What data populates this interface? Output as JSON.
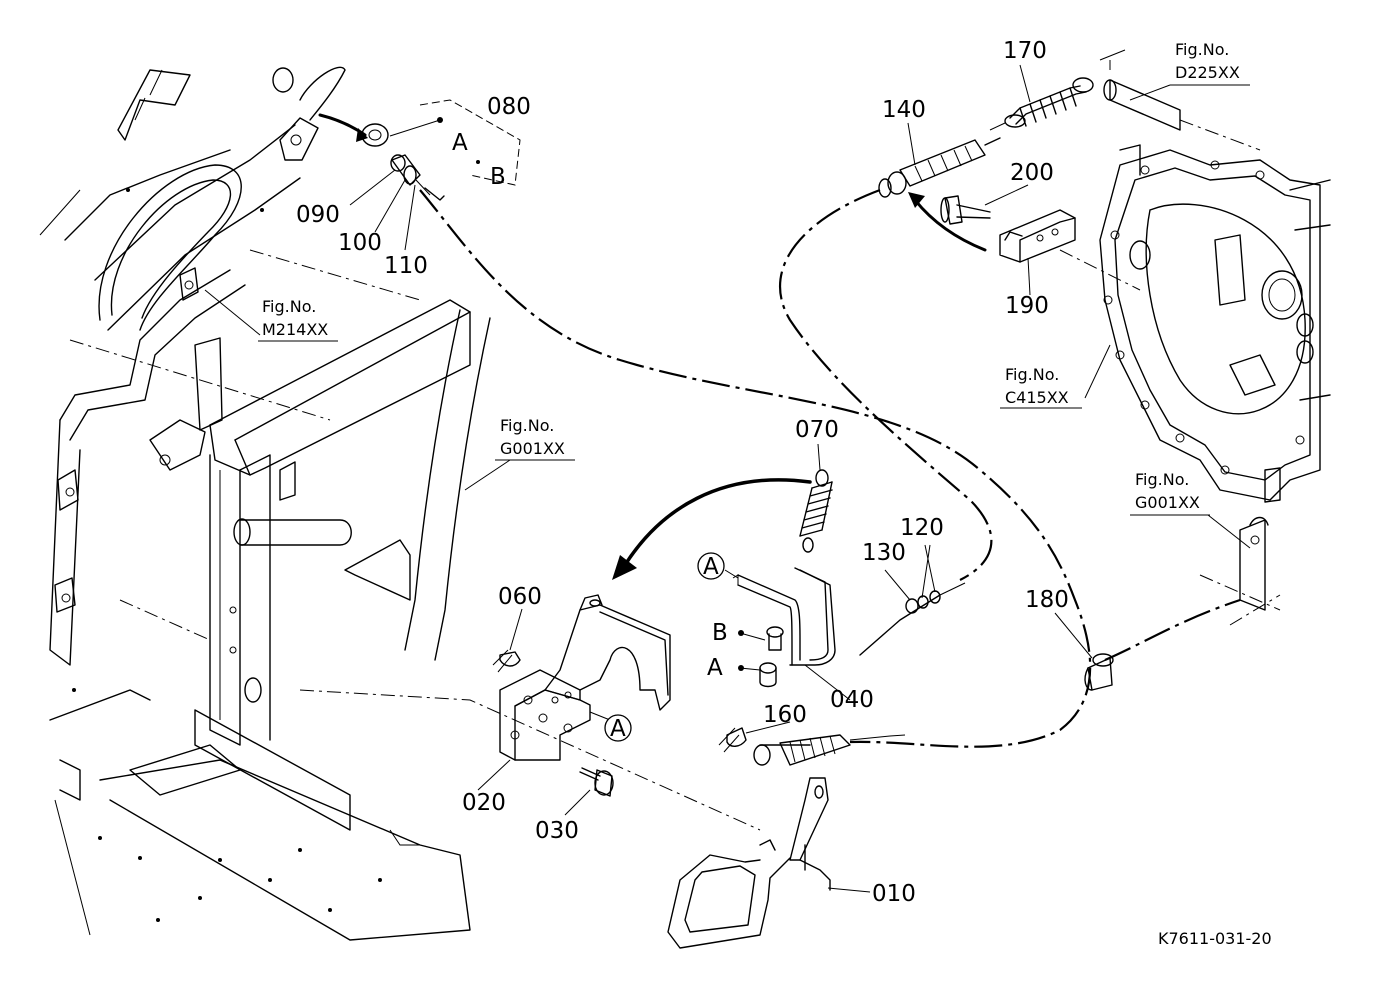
{
  "parts": [
    {
      "id": "p010",
      "label": "010"
    },
    {
      "id": "p020",
      "label": "020"
    },
    {
      "id": "p030",
      "label": "030"
    },
    {
      "id": "p040",
      "label": "040"
    },
    {
      "id": "p060",
      "label": "060"
    },
    {
      "id": "p070",
      "label": "070"
    },
    {
      "id": "p080",
      "label": "080"
    },
    {
      "id": "p090",
      "label": "090"
    },
    {
      "id": "p100",
      "label": "100"
    },
    {
      "id": "p110",
      "label": "110"
    },
    {
      "id": "p120",
      "label": "120"
    },
    {
      "id": "p130",
      "label": "130"
    },
    {
      "id": "p140",
      "label": "140"
    },
    {
      "id": "p160",
      "label": "160"
    },
    {
      "id": "p170",
      "label": "170"
    },
    {
      "id": "p180",
      "label": "180"
    },
    {
      "id": "p190",
      "label": "190"
    },
    {
      "id": "p200",
      "label": "200"
    }
  ],
  "fig_refs": {
    "caption": "Fig.No.",
    "d225": "D225XX",
    "m214": "M214XX",
    "g001_left": "G001XX",
    "c415": "C415XX",
    "g001_right": "G001XX"
  },
  "markers": {
    "a": "A",
    "b": "B"
  },
  "drawing_code": "K7611-031-20"
}
